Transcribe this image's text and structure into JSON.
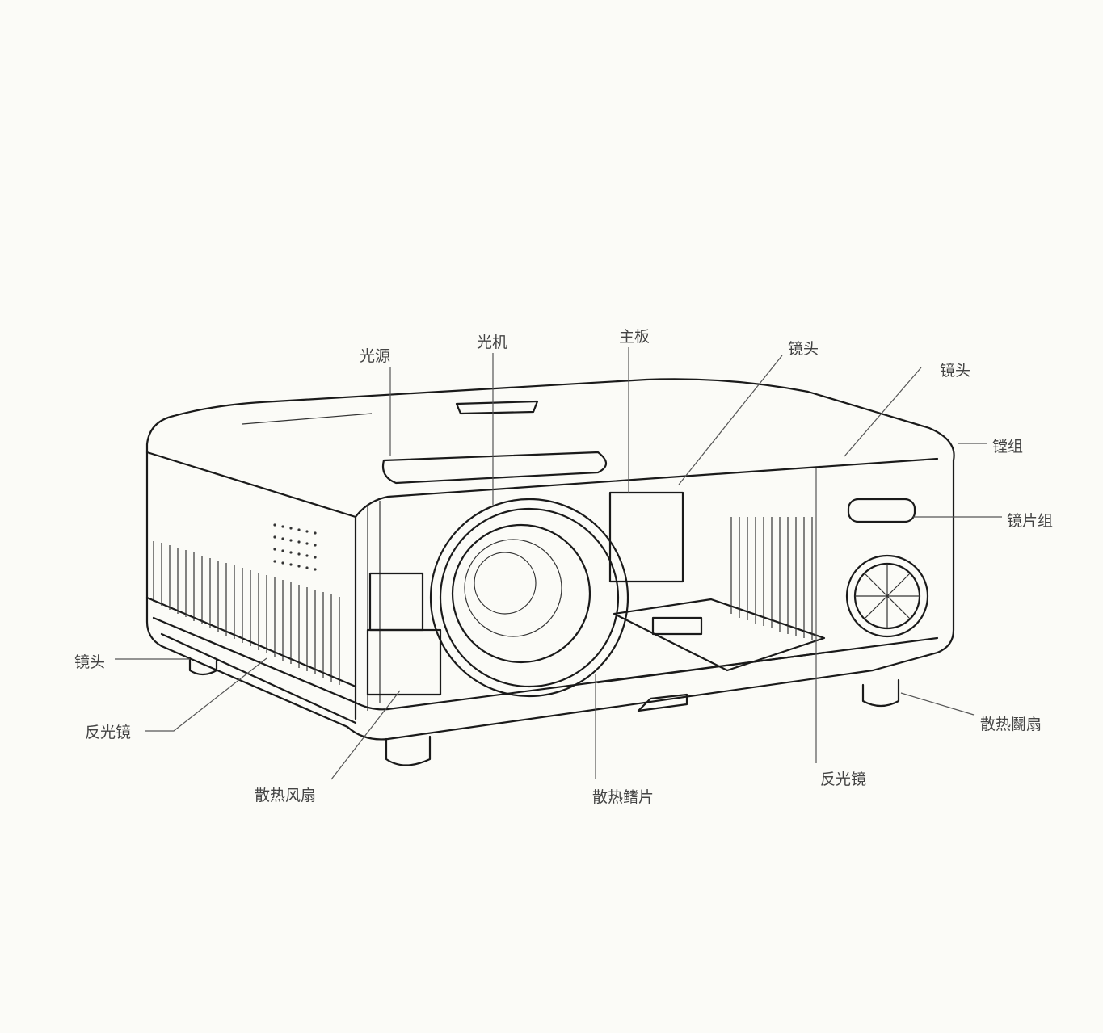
{
  "labels": {
    "light_source": "光源",
    "optical_engine": "光机",
    "mainboard": "主板",
    "lens_top": "镜头",
    "lens_right": "镜头",
    "lens_group_top": "镗组",
    "lens_group": "镜片组",
    "lens_left": "镜头",
    "reflector_left": "反光镜",
    "cooling_fan_bottom": "散热风扇",
    "heat_sink": "散热鳍片",
    "reflector_bottom": "反光镜",
    "cooling_fan_right": "散热鬭扇"
  }
}
